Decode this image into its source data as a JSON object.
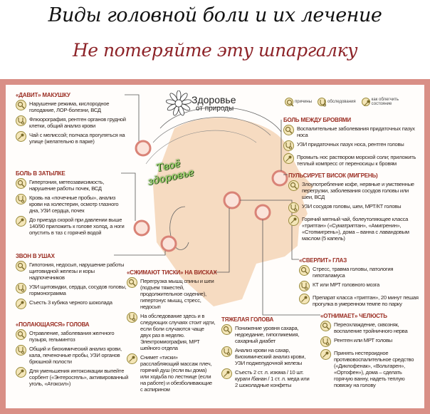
{
  "title": "Виды головной боли и их лечение",
  "subtitle": "Не потеряйте эту шпаргалку",
  "logo": {
    "line1": "Здоровье",
    "line2": "от природы"
  },
  "watermark": {
    "line1": "Твоё",
    "line2": "здоровье"
  },
  "legend": [
    {
      "type": "cause",
      "label": "причины"
    },
    {
      "type": "exam",
      "label": "обследования"
    },
    {
      "type": "relief",
      "label": "как облегчить состояние"
    }
  ],
  "colors": {
    "frame": "#d98f86",
    "header": "#9a2d22",
    "icon_fill": "#f4e6b8",
    "skin": "#f3cfae"
  },
  "sections": [
    {
      "id": "davit",
      "header": "«ДАВИТ» МАКУШКУ",
      "items": [
        {
          "type": "cause",
          "text": "Нарушение режима, кислородное голодание, ЛОР-болезни, ВСД"
        },
        {
          "type": "exam",
          "text": "Флюорография, рентген органов грудной клетки, общий анализ крови"
        },
        {
          "type": "relief",
          "text": "Чай с мелиссой; полчаса прогуляться на улице (желательно в парке)"
        }
      ]
    },
    {
      "id": "zatylok",
      "header": "БОЛЬ В ЗАТЫЛКЕ",
      "items": [
        {
          "type": "cause",
          "text": "Гипертония, метеозависимость, нарушение работы почек, ВСД"
        },
        {
          "type": "exam",
          "text": "Кровь на «почечные пробы», анализ крови на холестерин, осмотр глазного дна, УЗИ сердца, почек"
        },
        {
          "type": "relief",
          "text": "До приезда скорой при давлении выше 140/90 приложить к голове холод, а ноги опустить в таз с горячей водой"
        }
      ]
    },
    {
      "id": "zvon",
      "header": "ЗВОН В УШАХ",
      "items": [
        {
          "type": "cause",
          "text": "Гипотония, недосып, нарушение работы щитовидной железы и коры надпочечников"
        },
        {
          "type": "exam",
          "text": "УЗИ щитовидки, сердца, сосудов головы, гормонограмма"
        },
        {
          "type": "relief",
          "text": "Съесть 3 кубика черного шоколада"
        }
      ]
    },
    {
      "id": "polayu",
      "header": "«ПОЛАЮЩАЯСЯ» ГОЛОВА",
      "items": [
        {
          "type": "cause",
          "text": "Отравление, заболевания желчного пузыря, гельминтоз"
        },
        {
          "type": "exam",
          "text": "Общий и биохимический анализ крови, кала, печеночные пробы, УЗИ органов брюшной полости"
        },
        {
          "type": "relief",
          "text": "Для уменьшения интоксикации выпейте сорбент («Энтеросгель», активированный уголь, «Атоксил»)"
        }
      ]
    },
    {
      "id": "tiski",
      "header": "«СЖИМАЮТ ТИСКИ» НА ВИСКАХ",
      "items": [
        {
          "type": "cause",
          "text": "Перегрузка мышц спины и шеи (подъем тяжестей, продолжительное сидение), гипертонус мышц, стресс, недосып"
        },
        {
          "type": "exam",
          "text": "На обследование здесь и в следующих случаях стоит идти, если боли случаются чаще двух раз в неделю. Электромиография, МРТ шейного отдела"
        },
        {
          "type": "relief",
          "text": "Снимет «тиски» расслабляющий массаж плеч, горячий душ (если вы дома) или ходьба по лестнице (если на работе) и обезболивающие с аспирином"
        }
      ]
    },
    {
      "id": "tyazh",
      "header": "ТЯЖЕЛАЯ ГОЛОВА",
      "items": [
        {
          "type": "cause",
          "text": "Понижение уровня сахара, недоедание, гипогликемия, сахарный диабет"
        },
        {
          "type": "exam",
          "text": "Анализ крови на сахар, Биохимический анализ крови, УЗИ поджелудочной железы"
        },
        {
          "type": "relief",
          "text": "Съесть 2 ст. л. изюма / 10 шт. кураги /банан / 1 ст. л. меда или 2 шоколадные конфеты"
        }
      ]
    },
    {
      "id": "brovi",
      "header": "БОЛЬ МЕЖДУ БРОВЯМИ",
      "items": [
        {
          "type": "cause",
          "text": "Воспалительные заболевания придаточных пазух носа"
        },
        {
          "type": "exam",
          "text": "УЗИ придаточных пазух носа, рентген головы"
        },
        {
          "type": "relief",
          "text": "Промыть нос раствором морской соли; приложить теплый компресс от переносицы к бровям"
        }
      ]
    },
    {
      "id": "visok",
      "header": "ПУЛЬСИРУЕТ ВИСОК (МИГРЕНЬ)",
      "items": [
        {
          "type": "cause",
          "text": "Злоупотребление кофе, нервные и умственные перегрузки, заболевания сосудов головы или шеи, ВСД"
        },
        {
          "type": "exam",
          "text": "УЗИ сосудов головы, шеи, МРТ/КТ головы"
        },
        {
          "type": "relief",
          "text": "Горячий мятный чай, болеутоляющее класса «триптан» («Суматриптан», «Амигренин», «Стопмигрень»), дома – ванна с лавандовым маслом (5 капель)"
        }
      ]
    },
    {
      "id": "glaz",
      "header": "«СВЕРЛИТ» ГЛАЗ",
      "items": [
        {
          "type": "cause",
          "text": "Стресс, травма головы, патология гипоталамуса"
        },
        {
          "type": "exam",
          "text": "КТ или МРТ головного мозга"
        },
        {
          "type": "relief",
          "text": "Препарат класса «триптан», 20 минут пешая прогулка в умеренном темпе по парку"
        }
      ]
    },
    {
      "id": "chel",
      "header": "«ОТНИМАЕТ» ЧЕЛЮСТЬ",
      "items": [
        {
          "type": "cause",
          "text": "Переохлаждение, сквозняк, воспаление тройничного нерва"
        },
        {
          "type": "exam",
          "text": "Рентген или МРТ головы"
        },
        {
          "type": "relief",
          "text": "Принять нестероидное противовоспалительное средство («Диклофенак», «Вольтарен», «Ортофен»), дома – сделать горячую ванну, надеть теплую повязку на голову"
        }
      ]
    }
  ]
}
